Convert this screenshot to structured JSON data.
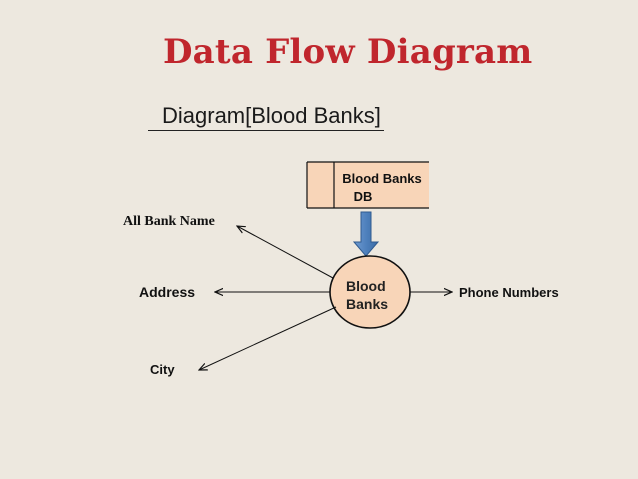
{
  "slide": {
    "title": "Data Flow Diagram",
    "subtitle": "Diagram[Blood Banks]"
  },
  "diagram": {
    "datastore": {
      "line1": "Blood Banks",
      "line2": "DB"
    },
    "process": {
      "line1": "Blood",
      "line2": "Banks"
    },
    "outputs": {
      "all_bank_name": "All Bank Name",
      "address": "Address",
      "city": "City",
      "phone_numbers": "Phone Numbers"
    },
    "colors": {
      "title": "#c0262d",
      "datastore_fill": "#f8d5b8",
      "process_fill": "#f8d5b8",
      "arrow_fill": "#4f81bd"
    }
  }
}
